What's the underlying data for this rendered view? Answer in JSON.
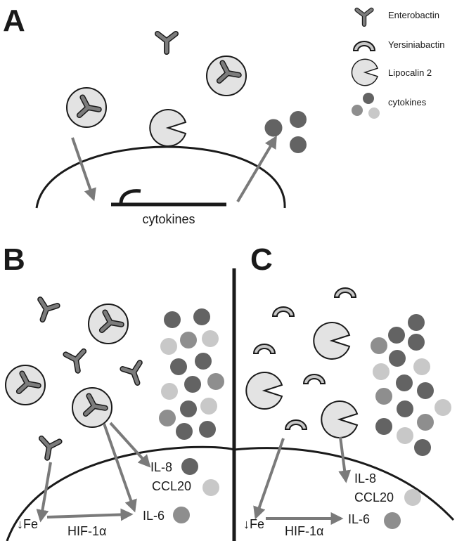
{
  "panels": {
    "a": "A",
    "b": "B",
    "c": "C"
  },
  "legend": {
    "enterobactin": "Enterobactin",
    "yersiniabactin": "Yersiniabactin",
    "lipocalin": "Lipocalin 2",
    "cytokines": "cytokines"
  },
  "panel_a": {
    "gene_label": "cytokines"
  },
  "panel_b": {
    "il8": "IL-8",
    "ccl20": "CCL20",
    "il6": "IL-6",
    "fe": "Fe",
    "hif": "HIF-1α"
  },
  "panel_c": {
    "il8": "IL-8",
    "ccl20": "CCL20",
    "il6": "IL-6",
    "fe": "Fe",
    "hif": "HIF-1α"
  },
  "colors": {
    "dark": "#636363",
    "medium": "#8e8e8e",
    "light": "#c8c8c8",
    "lipocalin_fill": "#e3e3e3",
    "arrow": "#7a7a7a",
    "ink": "#1a1a1a"
  }
}
